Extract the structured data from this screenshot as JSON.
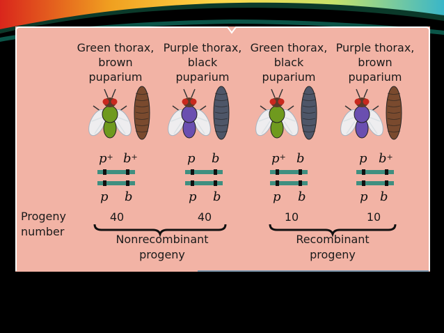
{
  "phenotypes": [
    {
      "line1": "Green thorax,",
      "line2": "brown",
      "line3": "puparium",
      "thorax": "green",
      "puparium": "brown"
    },
    {
      "line1": "Purple thorax,",
      "line2": "black",
      "line3": "puparium",
      "thorax": "purple",
      "puparium": "black"
    },
    {
      "line1": "Green thorax,",
      "line2": "black",
      "line3": "puparium",
      "thorax": "green",
      "puparium": "black"
    },
    {
      "line1": "Purple thorax,",
      "line2": "brown",
      "line3": "puparium",
      "thorax": "purple",
      "puparium": "brown"
    }
  ],
  "genotypes": [
    {
      "top_p": "p",
      "top_p_sup": "+",
      "top_b": "b",
      "top_b_sup": "+",
      "bottom_p": "p",
      "bottom_b": "b"
    },
    {
      "top_p": "p",
      "top_p_sup": "",
      "top_b": "b",
      "top_b_sup": "",
      "bottom_p": "p",
      "bottom_b": "b"
    },
    {
      "top_p": "p",
      "top_p_sup": "+",
      "top_b": "b",
      "top_b_sup": "",
      "bottom_p": "p",
      "bottom_b": "b"
    },
    {
      "top_p": "p",
      "top_p_sup": "",
      "top_b": "b",
      "top_b_sup": "+",
      "bottom_p": "p",
      "bottom_b": "b"
    }
  ],
  "progeny_label": {
    "line1": "Progeny",
    "line2": "number"
  },
  "progeny_numbers": [
    "40",
    "40",
    "10",
    "10"
  ],
  "groups": [
    {
      "line1": "Nonrecombinant",
      "line2": "progeny"
    },
    {
      "line1": "Recombinant",
      "line2": "progeny"
    }
  ],
  "colors": {
    "panel_bg": "#f2b3a5",
    "green_thorax": "#6f9a1e",
    "purple_thorax": "#6a4fb0",
    "brown_puparium": "#7a4a2e",
    "black_puparium": "#4e5668",
    "chromosome": "#3f8f80",
    "page_bg": "#000000"
  }
}
